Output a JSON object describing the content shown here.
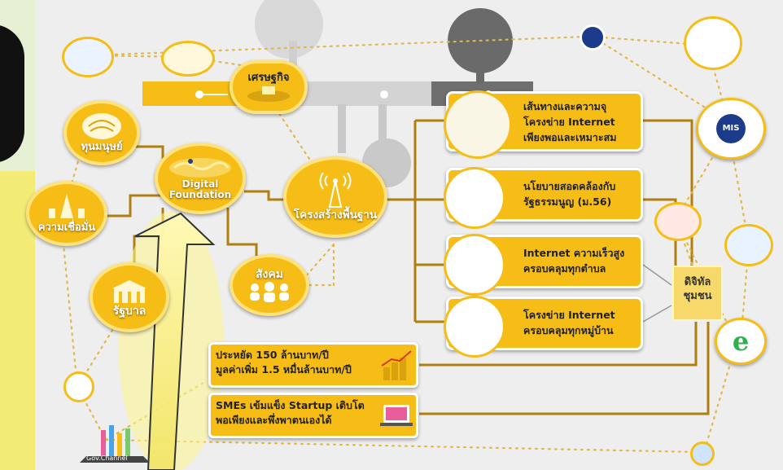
{
  "nodes": {
    "economy": "เศรษฐกิจ",
    "human_capital": "ทุนมนุษย์",
    "confidence": "ความเชื่อมั่น",
    "digital_foundation": "Digital Foundation",
    "government": "รัฐบาล",
    "society": "สังคม",
    "infrastructure": "โครงสร้างพื้นฐาน",
    "digital_community": "ดิจิทัลชุมชน",
    "mis": "MIS",
    "gov_channel": "Gov.Channel",
    "e_service": "e"
  },
  "cards": [
    {
      "line1": "เส้นทางและความจุ",
      "line2": "โครงข่าย Internet",
      "line3": "เพียงพอและเหมาะสม"
    },
    {
      "line1": "นโยบายสอดคล้องกับ",
      "line2": "รัฐธรรมนูญ (ม.56)",
      "line3": ""
    },
    {
      "line1": "Internet ความเร็วสูง",
      "line2": "ครอบคลุมทุกตำบล",
      "line3": ""
    },
    {
      "line1": "โครงข่าย Internet",
      "line2": "ครอบคลุมทุกหมู่บ้าน",
      "line3": ""
    }
  ],
  "bottom_cards": [
    {
      "line1": "ประหยัด 150 ล้านบาท/ปี",
      "line2": "มูลค่าเพิ่ม 1.5 หมื่นล้านบาท/ปี"
    },
    {
      "line1": "SMEs เข้มแข็ง Startup เติบโต",
      "line2": "พอเพียงและพึ่งพาตนเองได้"
    }
  ],
  "colors": {
    "accent": "#f6bd16",
    "accent_light": "#ffe27a",
    "left_strip": "#f2ec76",
    "dots": "#e2b84a"
  }
}
